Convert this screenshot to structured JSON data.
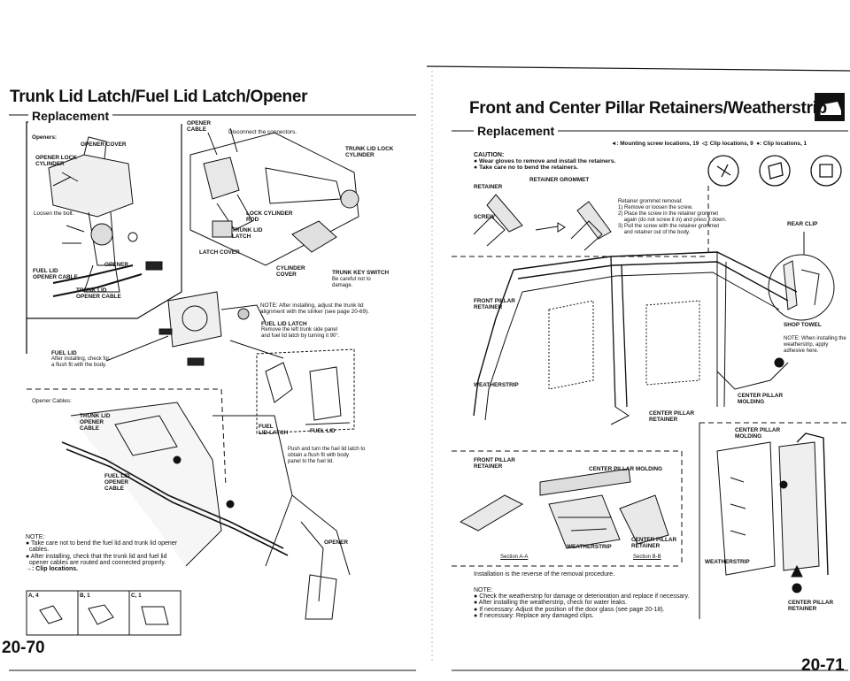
{
  "left": {
    "title": "Trunk Lid Latch/Fuel Lid Latch/Opener",
    "section": "Replacement",
    "openers_label": "Openers:",
    "labels": {
      "opener_cover": "OPENER COVER",
      "opener_lock_cylinder": "OPENER LOCK\nCYLINDER",
      "loosen_bolt": "Loosen the bolt.",
      "opener": "OPENER",
      "fuel_lid_opener_cable": "FUEL LID\nOPENER CABLE",
      "trunk_lid_opener_cable": "TRUNK LID\nOPENER CABLE",
      "opener_cable_top": "OPENER\nCABLE",
      "disconnect": "Disconnect the connectors.",
      "trunk_lid_lock_cylinder": "TRUNK LID LOCK\nCYLINDER",
      "lock_cylinder_rod": "LOCK CYLINDER\nROD",
      "trunk_lid_latch": "TRUNK LID\nLATCH",
      "latch_cover": "LATCH COVER",
      "cylinder_cover": "CYLINDER\nCOVER",
      "trunk_key_switch": "TRUNK KEY SWITCH",
      "be_careful": "Be careful not to\ndamage.",
      "note_install": "NOTE: After installing, adjust the trunk lid\nalignment with the striker (see page 20-69).",
      "fuel_lid_latch": "FUEL LID LATCH",
      "fuel_lid_latch_note": "Remove the left trunk side panel\nand fuel lid latch by turning it 90°.",
      "fuel_lid": "FUEL LID",
      "fuel_lid_note": "After installing, check for\na flush fit with the body.",
      "fuel_lid_latch_small": "FUEL\nLID LATCH",
      "fuel_lid_small": "FUEL LID",
      "push_turn": "Push and turn the fuel lid latch to\nobtain a flush fit with body\npanel to the fuel lid.",
      "opener_cables": "Opener Cables:",
      "trunk_lid_opener_cable2": "TRUNK LID\nOPENER\nCABLE",
      "fuel_lid_opener_cable2": "FUEL LID\nOPENER\nCABLE",
      "opener_bottom": "OPENER"
    },
    "note": {
      "heading": "NOTE:",
      "items": [
        "Take care not to bend the fuel lid and trunk lid opener\n  cables.",
        "After installing, check that the trunk lid and fuel lid\n  opener cables are routed and connected properly."
      ],
      "clip": "→: Clip locations."
    },
    "legend": [
      "A, 4",
      "B, 1",
      "C, 1"
    ],
    "page_number": "20-70"
  },
  "right": {
    "title": "Front and Center Pillar Retainers/Weatherstrip",
    "section": "Replacement",
    "mounting": "◄: Mounting screw locations, 19  ◁: Clip locations, 9  ●: Clip locations, 1",
    "caution": {
      "heading": "CAUTION:",
      "items": [
        "Wear gloves to remove and install the retainers.",
        "Take care no to bend the retainers."
      ]
    },
    "labels": {
      "retainer": "RETAINER",
      "retainer_grommet": "RETAINER GROMMET",
      "screw": "SCREW",
      "grommet_removal": "Retainer grommet removal:\n1) Remove or loosen the screw.\n2) Place the screw in the retainer grommet\n    again (do not screw it in) and press it down.\n3) Pull the screw with the retainer grommet\n    and retainer out of the body.",
      "rear_clip": "REAR CLIP",
      "front_pillar_retainer": "FRONT PILLAR\nRETAINER",
      "shop_towel": "SHOP TOWEL",
      "note_weatherstrip": "NOTE: When installing the\nweatherstrip, apply\nadhesive here.",
      "weatherstrip": "WEATHERSTRIP",
      "center_pillar_molding": "CENTER PILLAR\nMOLDING",
      "center_pillar_retainer": "CENTER PILLAR\nRETAINER",
      "center_pillar_molding2": "CENTER PILLAR\nMOLDING",
      "front_pillar_retainer2": "FRONT PILLAR\nRETAINER",
      "center_pillar_molding3": "CENTER PILLAR MOLDING",
      "weatherstrip2": "WEATHERSTRIP",
      "center_pillar_retainer2": "CENTER PILLAR\nRETAINER",
      "section_aa": "Section A-A",
      "section_bb": "Section B-B",
      "weatherstrip3": "WEATHERSTRIP",
      "center_pillar_retainer3": "CENTER PILLAR\nRETAINER"
    },
    "installation": "Installation is the reverse of the removal procedure.",
    "note": {
      "heading": "NOTE:",
      "items": [
        "Check the weatherstrip for damage or deterioration and replace if necessary.",
        "After installing the weatherstrip, check for water leaks.",
        "If necessary: Adjust the position of the door glass (see page 20-18).",
        "If necessary: Replace any damaged clips."
      ]
    },
    "page_number": "20-71"
  }
}
